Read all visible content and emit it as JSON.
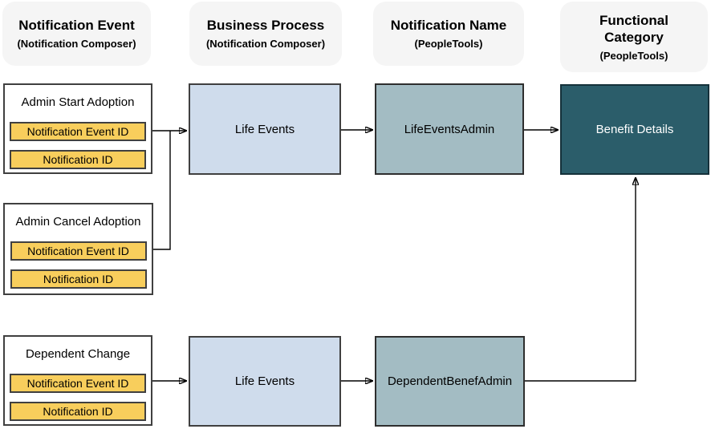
{
  "header": {
    "columns": [
      {
        "title": "Notification Event",
        "subtitle": "(Notification Composer)"
      },
      {
        "title": "Business Process",
        "subtitle": "(Notification Composer)"
      },
      {
        "title": "Notification Name",
        "subtitle": "(PeopleTools)"
      },
      {
        "title": "Functional Category",
        "subtitle": "(PeopleTools)"
      }
    ]
  },
  "events": [
    {
      "title": "Admin Start Adoption",
      "fields": [
        "Notification Event ID",
        "Notification ID"
      ]
    },
    {
      "title": "Admin Cancel Adoption",
      "fields": [
        "Notification Event ID",
        "Notification ID"
      ]
    },
    {
      "title": "Dependent Change",
      "fields": [
        "Notification Event ID",
        "Notification ID"
      ]
    }
  ],
  "processes": [
    {
      "label": "Life Events"
    },
    {
      "label": "Life Events"
    }
  ],
  "notifications": [
    {
      "label": "LifeEventsAdmin"
    },
    {
      "label": "DependentBenefAdmin"
    }
  ],
  "category": {
    "label": "Benefit Details"
  },
  "colors": {
    "field_fill": "#f8ce5c",
    "process_fill": "#cfdcec",
    "notification_fill": "#a3bcc3",
    "category_fill": "#2b5d6a",
    "header_pill_fill": "#f5f5f5",
    "connector": "#000000"
  }
}
